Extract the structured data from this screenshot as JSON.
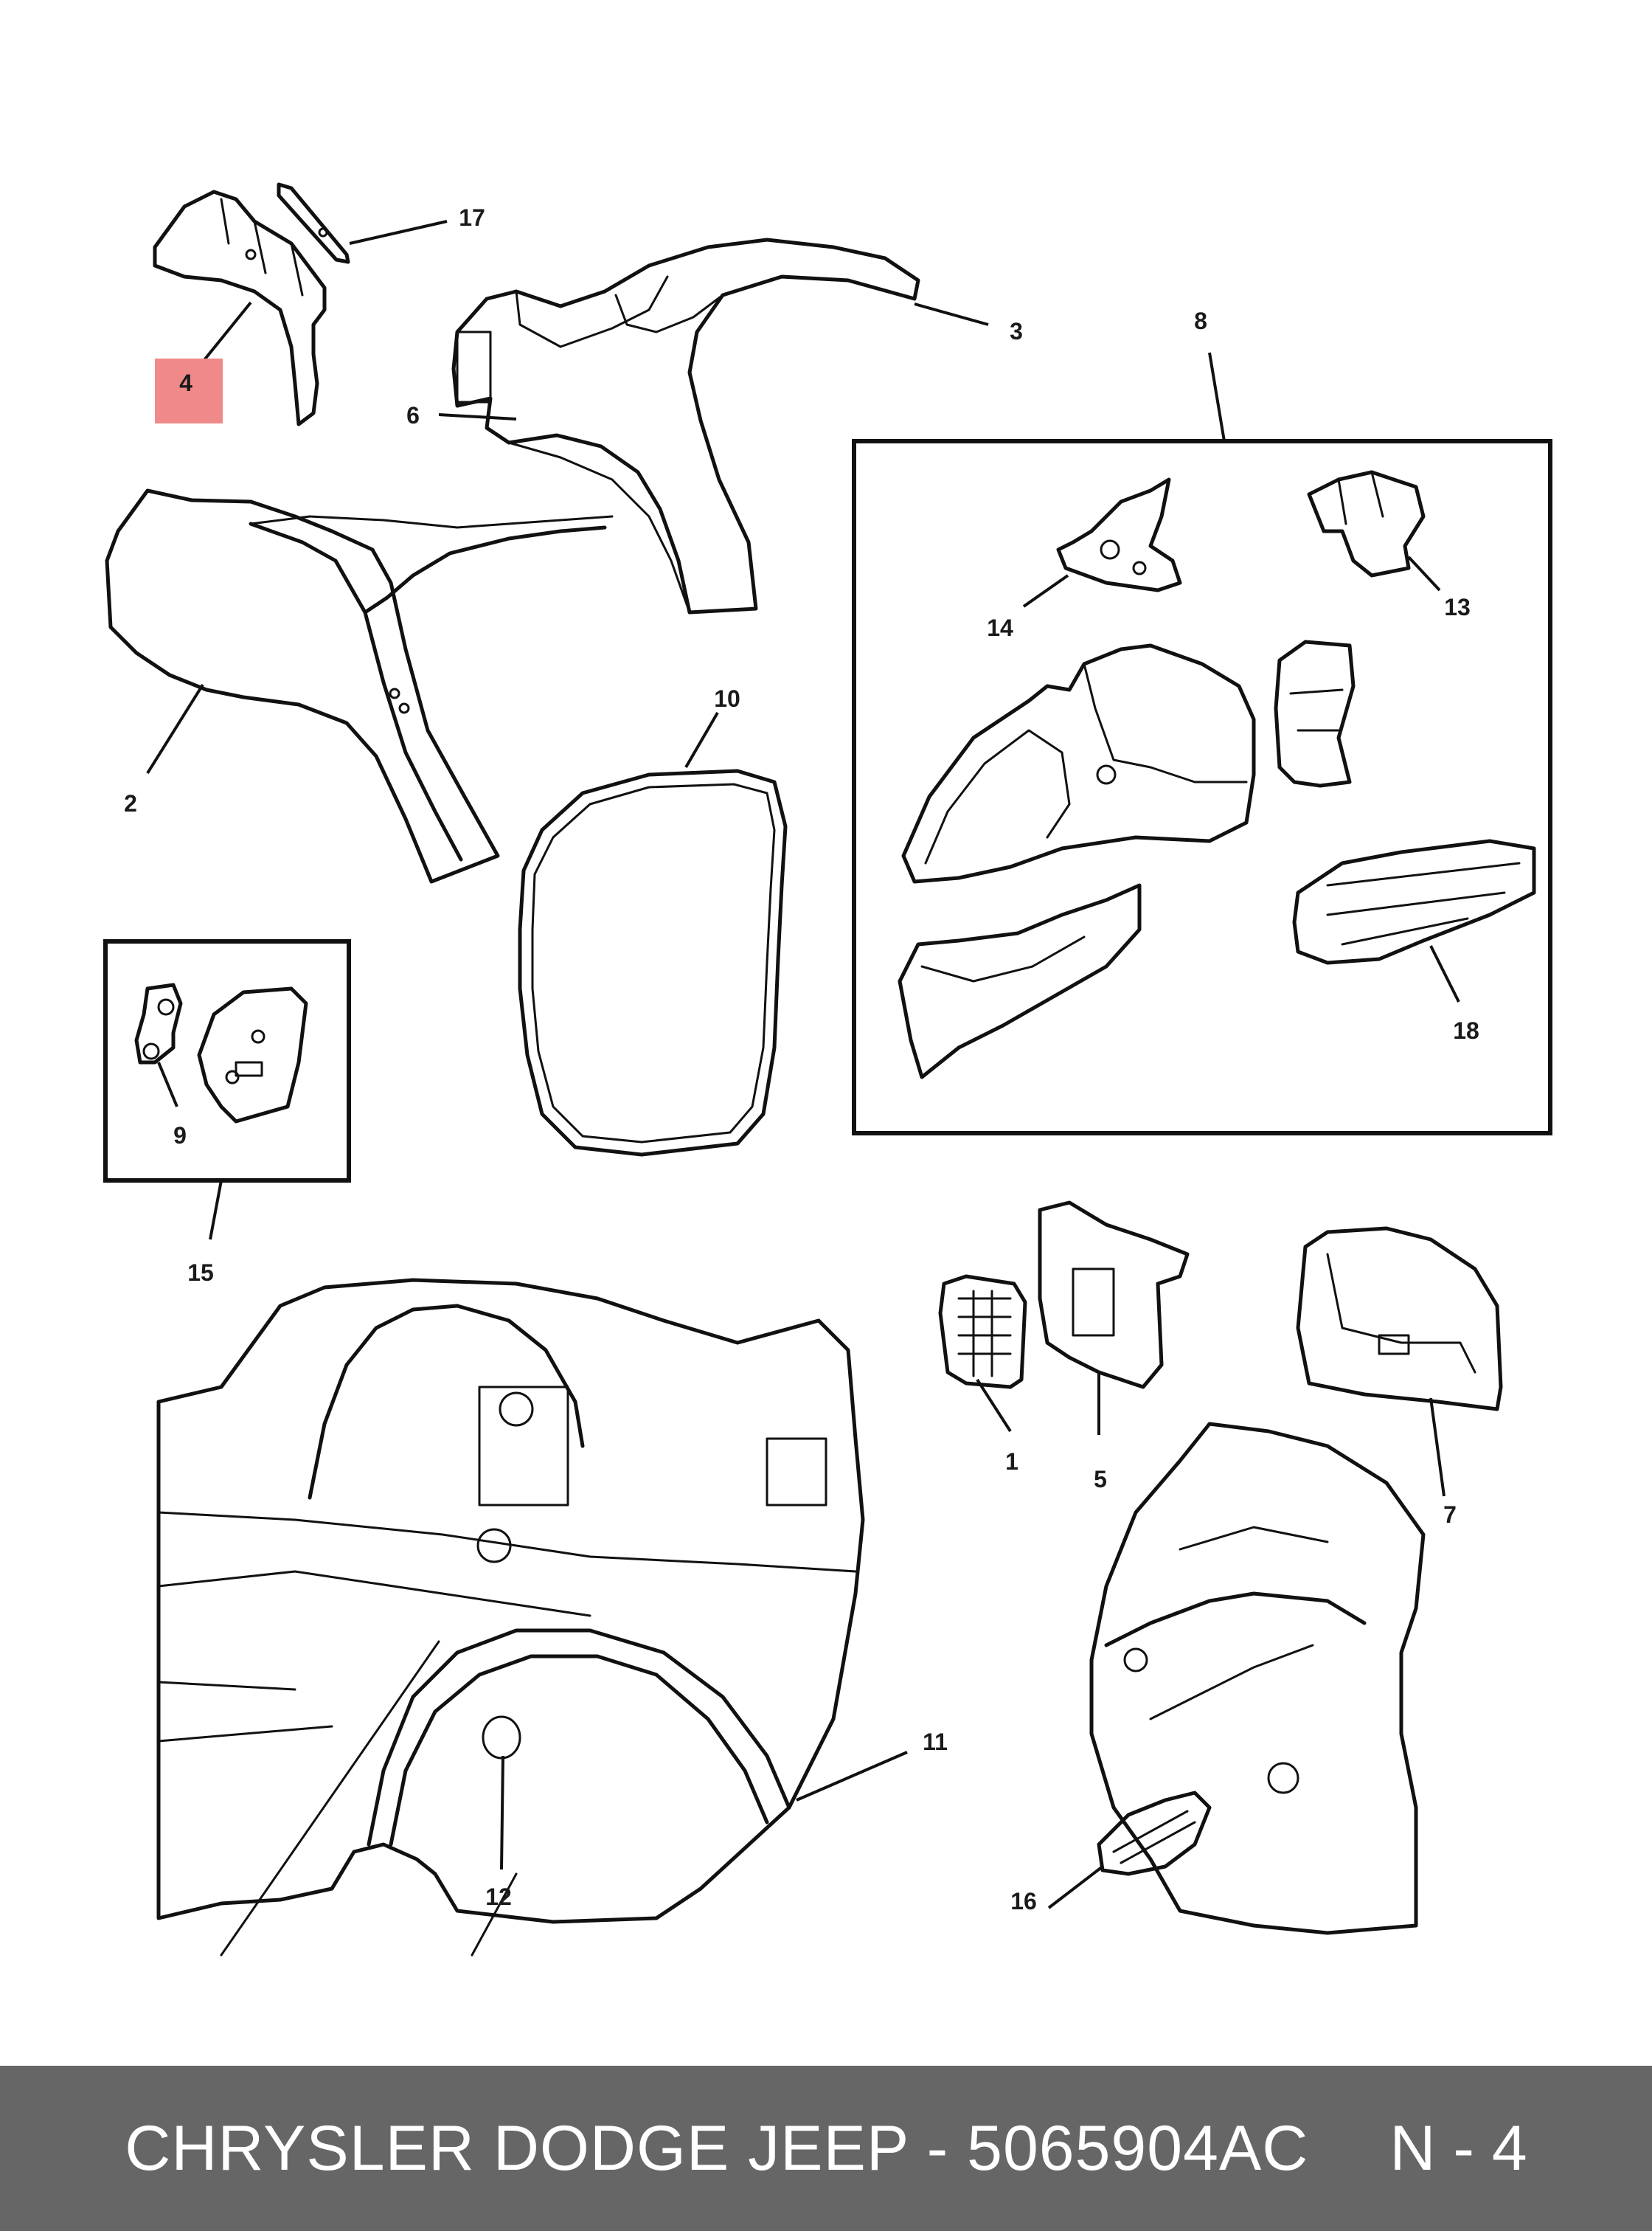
{
  "footer": {
    "title": "CHRYSLER DODGE JEEP - 5065904AC",
    "page": "N - 4"
  },
  "highlight_color": "#f08a8a",
  "callouts": [
    {
      "id": "c1",
      "label": "1"
    },
    {
      "id": "c2",
      "label": "2"
    },
    {
      "id": "c3",
      "label": "3"
    },
    {
      "id": "c4",
      "label": "4",
      "highlighted": true
    },
    {
      "id": "c5",
      "label": "5"
    },
    {
      "id": "c6",
      "label": "6"
    },
    {
      "id": "c7",
      "label": "7"
    },
    {
      "id": "c8",
      "label": "8"
    },
    {
      "id": "c9",
      "label": "9"
    },
    {
      "id": "c10",
      "label": "10"
    },
    {
      "id": "c11",
      "label": "11"
    },
    {
      "id": "c12",
      "label": "12"
    },
    {
      "id": "c13",
      "label": "13"
    },
    {
      "id": "c14",
      "label": "14"
    },
    {
      "id": "c15",
      "label": "15"
    },
    {
      "id": "c16",
      "label": "16"
    },
    {
      "id": "c17",
      "label": "17"
    },
    {
      "id": "c18",
      "label": "18"
    }
  ]
}
